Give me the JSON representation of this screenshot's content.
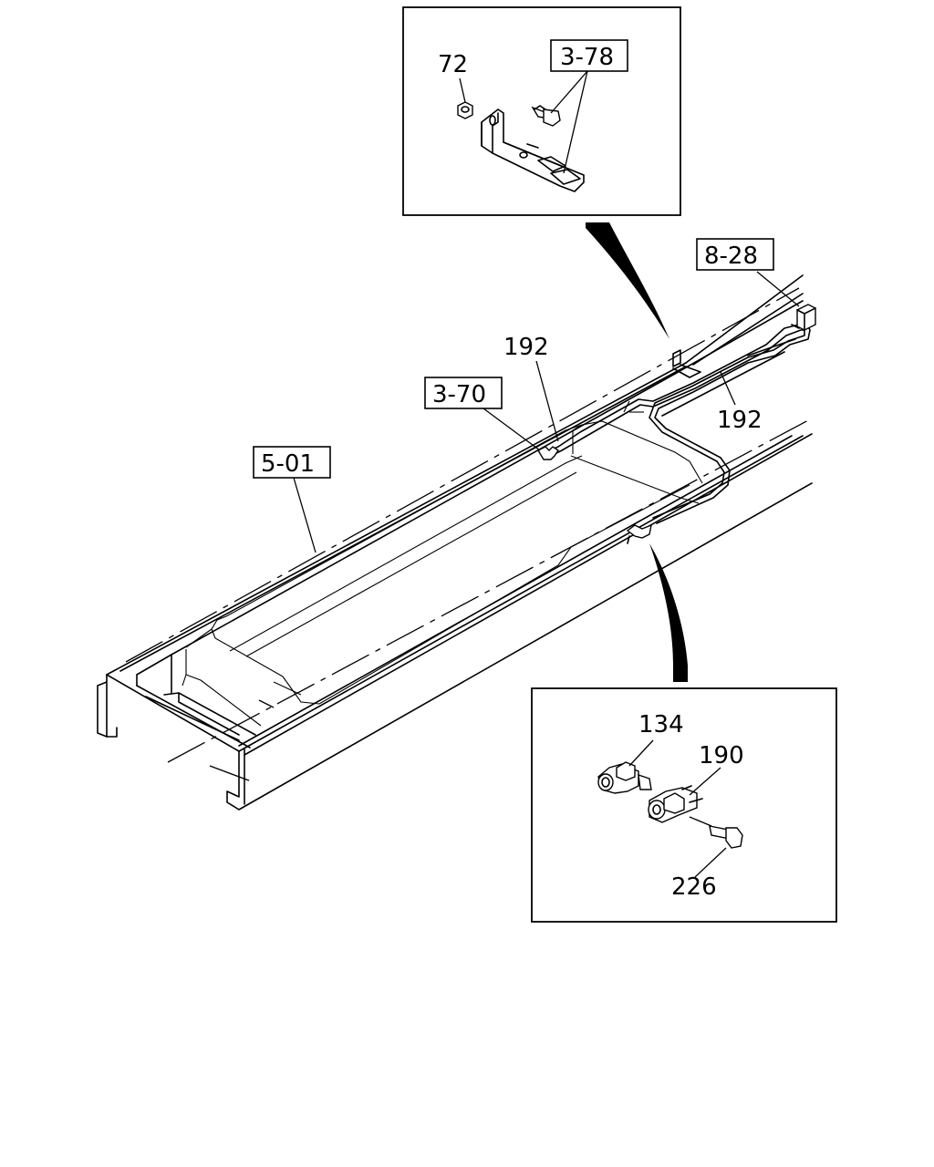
{
  "callouts": {
    "nut_72": "72",
    "ref_3_78": "3-78",
    "ref_8_28": "8-28",
    "pipe_192_top": "192",
    "ref_3_70": "3-70",
    "pipe_192_right": "192",
    "ref_5_01": "5-01",
    "part_134": "134",
    "part_190": "190",
    "bolt_226": "226"
  }
}
